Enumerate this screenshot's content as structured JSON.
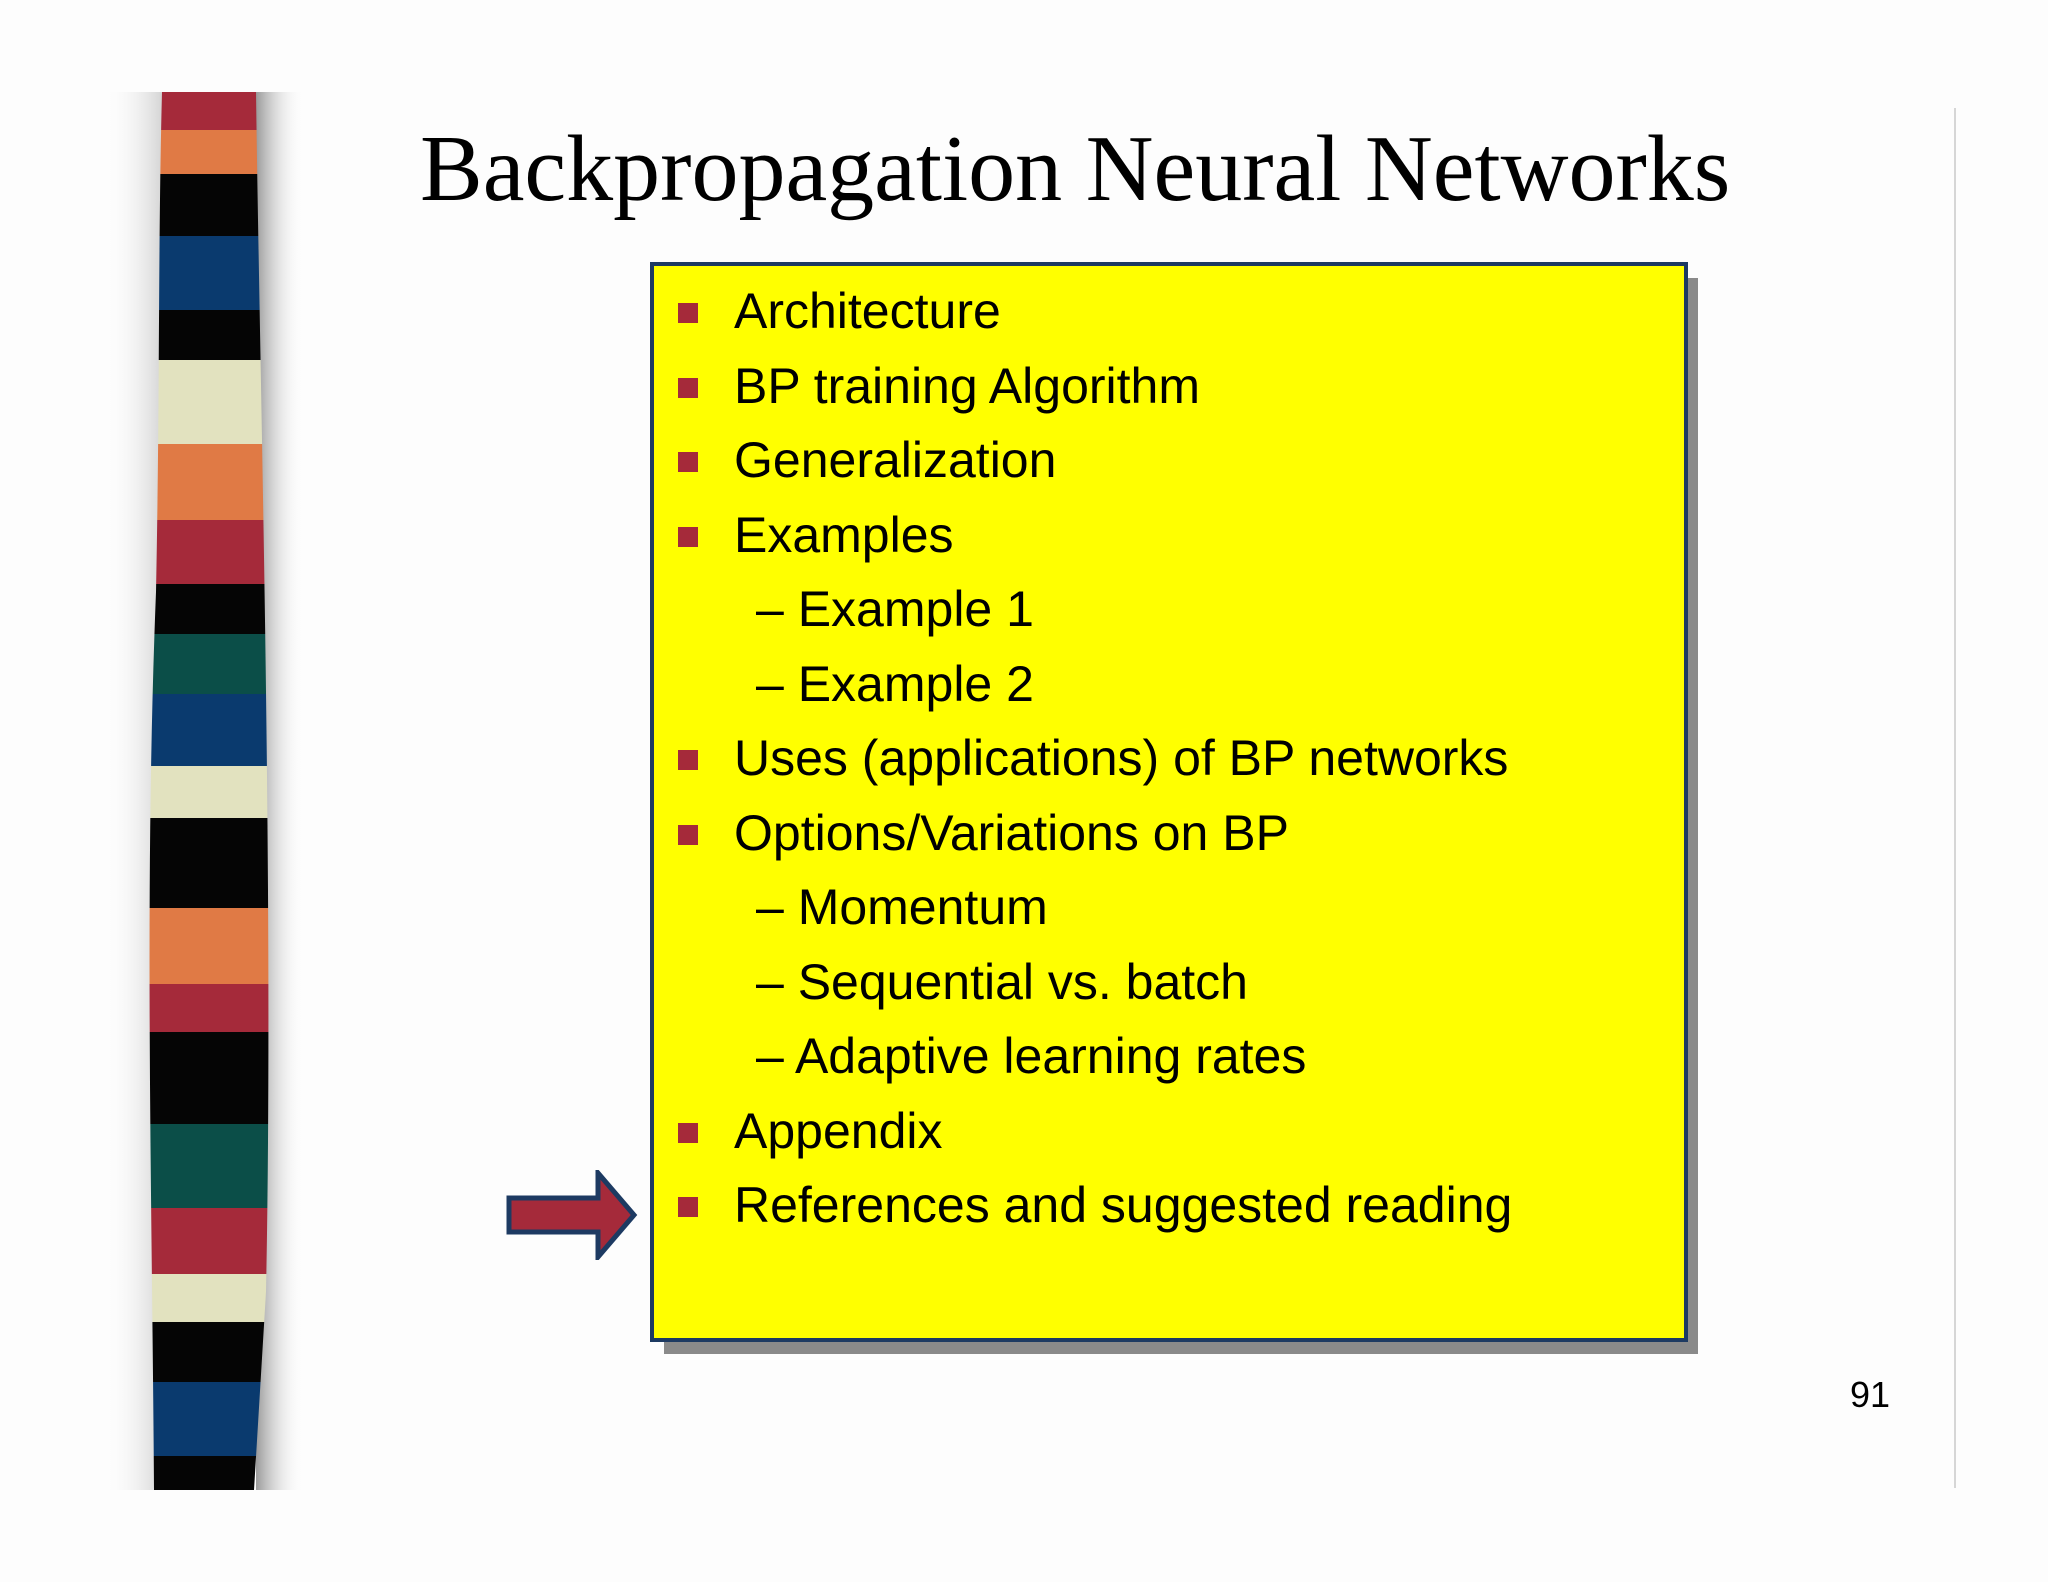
{
  "slide": {
    "title": "Backpropagation Neural Networks",
    "page_number": "91",
    "items": [
      {
        "text": "Architecture",
        "level": 1
      },
      {
        "text": "BP training Algorithm",
        "level": 1
      },
      {
        "text": "Generalization",
        "level": 1
      },
      {
        "text": "Examples",
        "level": 1
      },
      {
        "text": "– Example 1",
        "level": 2
      },
      {
        "text": "– Example 2",
        "level": 2
      },
      {
        "text": "Uses (applications) of BP networks",
        "level": 1
      },
      {
        "text": "Options/Variations on BP",
        "level": 1
      },
      {
        "text": "– Momentum",
        "level": 2
      },
      {
        "text": "– Sequential vs. batch",
        "level": 2
      },
      {
        "text": "– Adaptive learning rates",
        "level": 2
      },
      {
        "text": "Appendix",
        "level": 1
      },
      {
        "text": "References and suggested reading",
        "level": 1
      }
    ],
    "current_item": "References and suggested reading"
  },
  "colors": {
    "box_fill": "#ffff00",
    "box_border": "#1d3a62",
    "bullet": "#a52a3a",
    "arrow_fill": "#a52a3a",
    "arrow_outline": "#1d3a62",
    "stripe_bands": [
      "#a52a3a",
      "#e07a45",
      "#050505",
      "#0a3a6e",
      "#e2e2bf",
      "#0b4e48"
    ]
  }
}
